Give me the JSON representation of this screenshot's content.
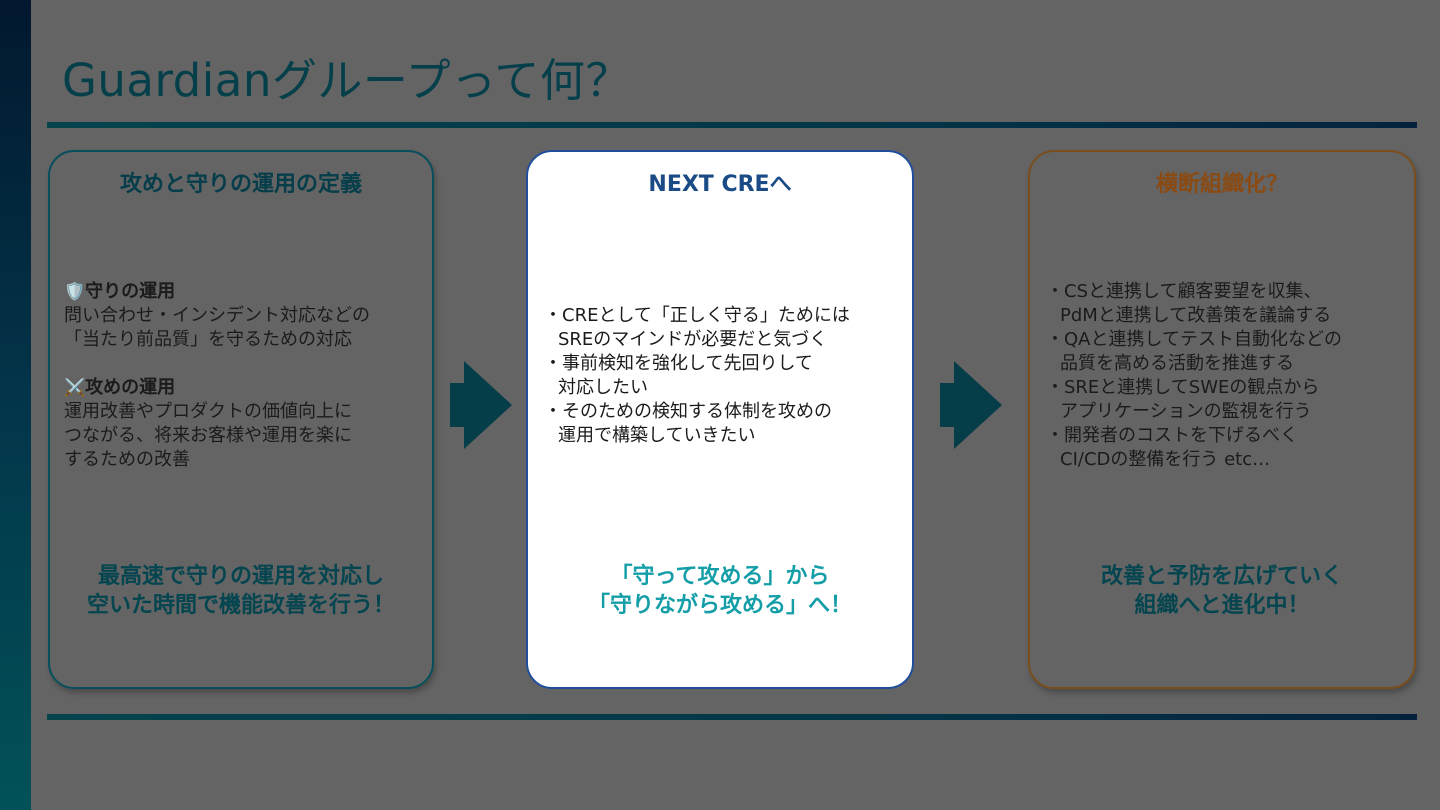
{
  "slide": {
    "title": "Guardianグループって何？"
  },
  "colors": {
    "background": "#646464",
    "accent_teal": "#053f4a",
    "middle_border": "#1f4f9c",
    "footer_highlight": "#149ea8",
    "right_title": "#8a4a12"
  },
  "cards": {
    "left": {
      "title": "攻めと守りの運用の定義",
      "defense_icon": "shield-icon",
      "defense_heading": "守りの運用",
      "defense_lines": [
        "問い合わせ・インシデント対応などの",
        "「当たり前品質」を守るための対応"
      ],
      "offense_icon": "crossed-swords-icon",
      "offense_heading": "攻めの運用",
      "offense_lines": [
        "運用改善やプロダクトの価値向上に",
        "つながる、将来お客様や運用を楽に",
        "するための改善"
      ],
      "footer": [
        "最高速で守りの運用を対応し",
        "空いた時間で機能改善を行う！"
      ]
    },
    "middle": {
      "title": "NEXT CREへ",
      "lines": [
        "・CREとして「正しく守る」ためには",
        "SREのマインドが必要だと気づく",
        "・事前検知を強化して先回りして",
        "対応したい",
        "・そのための検知する体制を攻めの",
        "運用で構築していきたい"
      ],
      "footer": [
        "「守って攻める」から",
        "「守りながら攻める」へ！"
      ]
    },
    "right": {
      "title": "横断組織化？",
      "lines": [
        "・CSと連携して顧客要望を収集、",
        "PdMと連携して改善策を議論する",
        "・QAと連携してテスト自動化などの",
        "品質を高める活動を推進する",
        "・SREと連携してSWEの観点から",
        "アプリケーションの監視を行う",
        "・開発者のコストを下げるべく",
        "CI/CDの整備を行う etc…"
      ],
      "footer": [
        "改善と予防を広げていく",
        "組織へと進化中！"
      ]
    }
  },
  "arrows": [
    "arrow-right-icon",
    "arrow-right-icon"
  ]
}
